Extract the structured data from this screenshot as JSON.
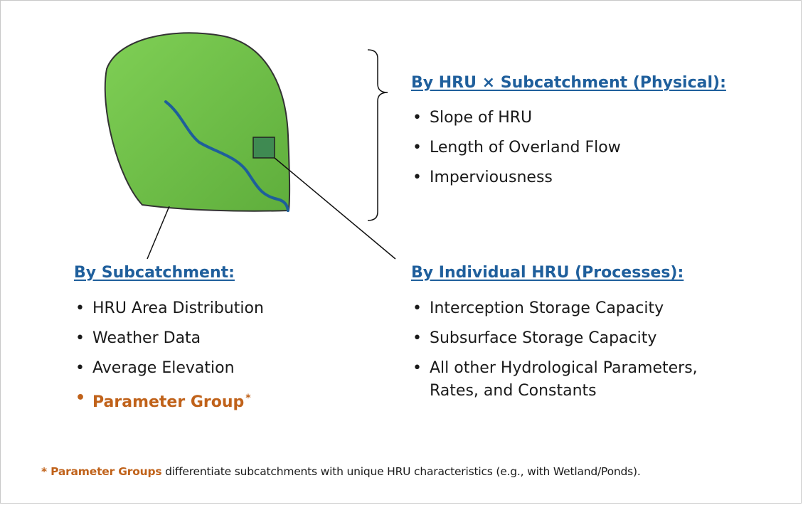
{
  "physical": {
    "heading": "By HRU × Subcatchment (Physical):",
    "items": [
      "Slope of HRU",
      "Length of Overland Flow",
      "Imperviousness"
    ]
  },
  "subcatchment": {
    "heading": "By Subcatchment:",
    "items": [
      "HRU Area Distribution",
      "Weather Data",
      "Average Elevation"
    ],
    "highlight_item": "Parameter Group",
    "asterisk": "*"
  },
  "processes": {
    "heading": "By Individual HRU (Processes):",
    "items": [
      "Interception Storage Capacity",
      "Subsurface Storage Capacity"
    ],
    "multiline_item": [
      "All other Hydrological Parameters,",
      "Rates, and Constants"
    ]
  },
  "footnote": {
    "lead": "* Parameter Groups",
    "text": " differentiate subcatchments with unique HRU characteristics (e.g., with Wetland/Ponds)."
  },
  "colors": {
    "heading_blue": "#1f5f9c",
    "accent_orange": "#c0621a",
    "leaf_green": "#6dbd45",
    "stream_blue": "#1e5f9a",
    "hru_box": "#3f8a52"
  }
}
